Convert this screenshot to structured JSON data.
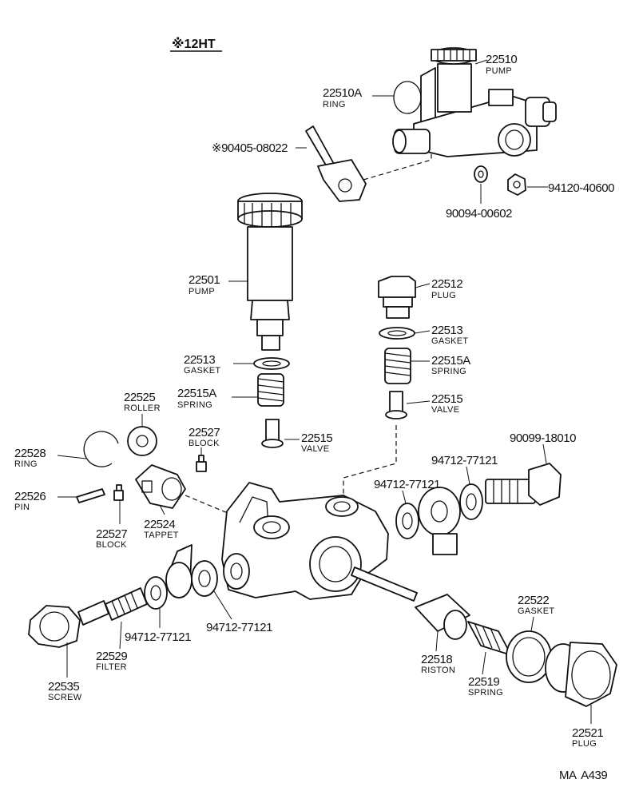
{
  "header": {
    "model_note": "※12HT"
  },
  "figure_code": "MA  A439",
  "labels": {
    "p22510": {
      "number": "22510",
      "name": "PUMP"
    },
    "p22510A": {
      "number": "22510A",
      "name": "RING"
    },
    "p90405": {
      "number": "※90405-08022"
    },
    "p90094": {
      "number": "90094-00602"
    },
    "p94120": {
      "number": "94120-40600"
    },
    "p22501": {
      "number": "22501",
      "name": "PUMP"
    },
    "p22512": {
      "number": "22512",
      "name": "PLUG"
    },
    "p22513a": {
      "number": "22513",
      "name": "GASKET"
    },
    "p22513b": {
      "number": "22513",
      "name": "GASKET"
    },
    "p22515Aa": {
      "number": "22515A",
      "name": "SPRING"
    },
    "p22515Ab": {
      "number": "22515A",
      "name": "SPRING"
    },
    "p22515a": {
      "number": "22515",
      "name": "VALVE"
    },
    "p22515b": {
      "number": "22515",
      "name": "VALVE"
    },
    "p22525": {
      "number": "22525",
      "name": "ROLLER"
    },
    "p22527a": {
      "number": "22527",
      "name": "BLOCK"
    },
    "p22527b": {
      "number": "22527",
      "name": "BLOCK"
    },
    "p22528": {
      "number": "22528",
      "name": "RING"
    },
    "p22526": {
      "number": "22526",
      "name": "PIN"
    },
    "p22524": {
      "number": "22524",
      "name": "TAPPET"
    },
    "p90099": {
      "number": "90099-18010"
    },
    "p94712a": {
      "number": "94712-77121"
    },
    "p94712b": {
      "number": "94712-77121"
    },
    "p94712c": {
      "number": "94712-77121"
    },
    "p94712d": {
      "number": "94712-77121"
    },
    "p22529": {
      "number": "22529",
      "name": "FILTER"
    },
    "p22535": {
      "number": "22535",
      "name": "SCREW"
    },
    "p22518": {
      "number": "22518",
      "name": "RISTON"
    },
    "p22519": {
      "number": "22519",
      "name": "SPRING"
    },
    "p22522": {
      "number": "22522",
      "name": "GASKET"
    },
    "p22521": {
      "number": "22521",
      "name": "PLUG"
    }
  }
}
